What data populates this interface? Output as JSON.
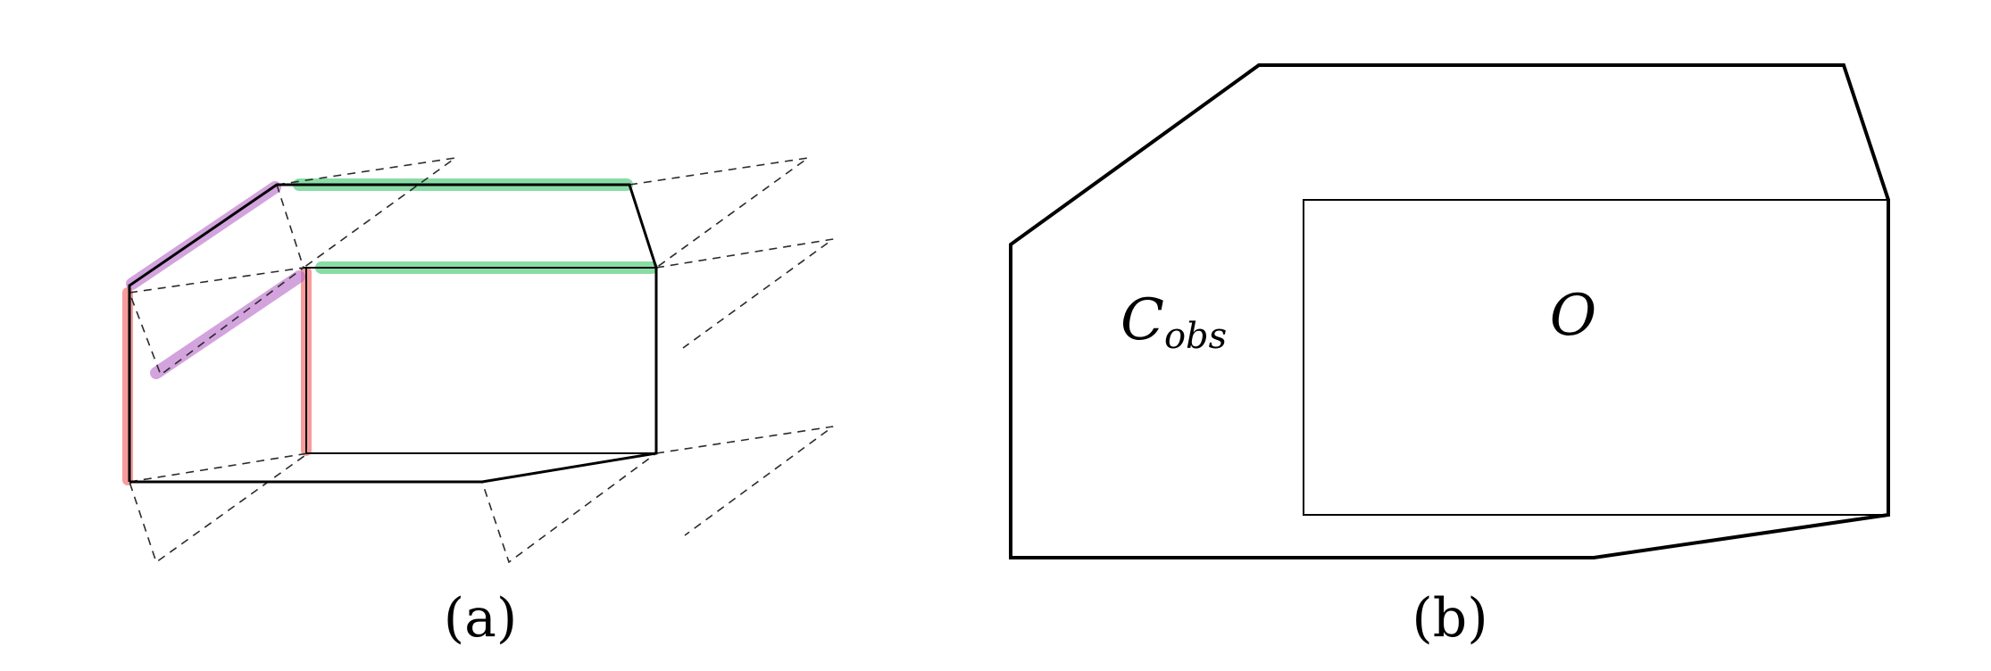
{
  "panel_a": {
    "caption": "(a)",
    "highlight_colors": {
      "red": "#f25a5a",
      "purple": "#b565c8",
      "green": "#3cc46a"
    }
  },
  "panel_b": {
    "caption": "(b)",
    "label_cobs": {
      "main": "C",
      "sub": "obs"
    },
    "label_o": "O"
  }
}
